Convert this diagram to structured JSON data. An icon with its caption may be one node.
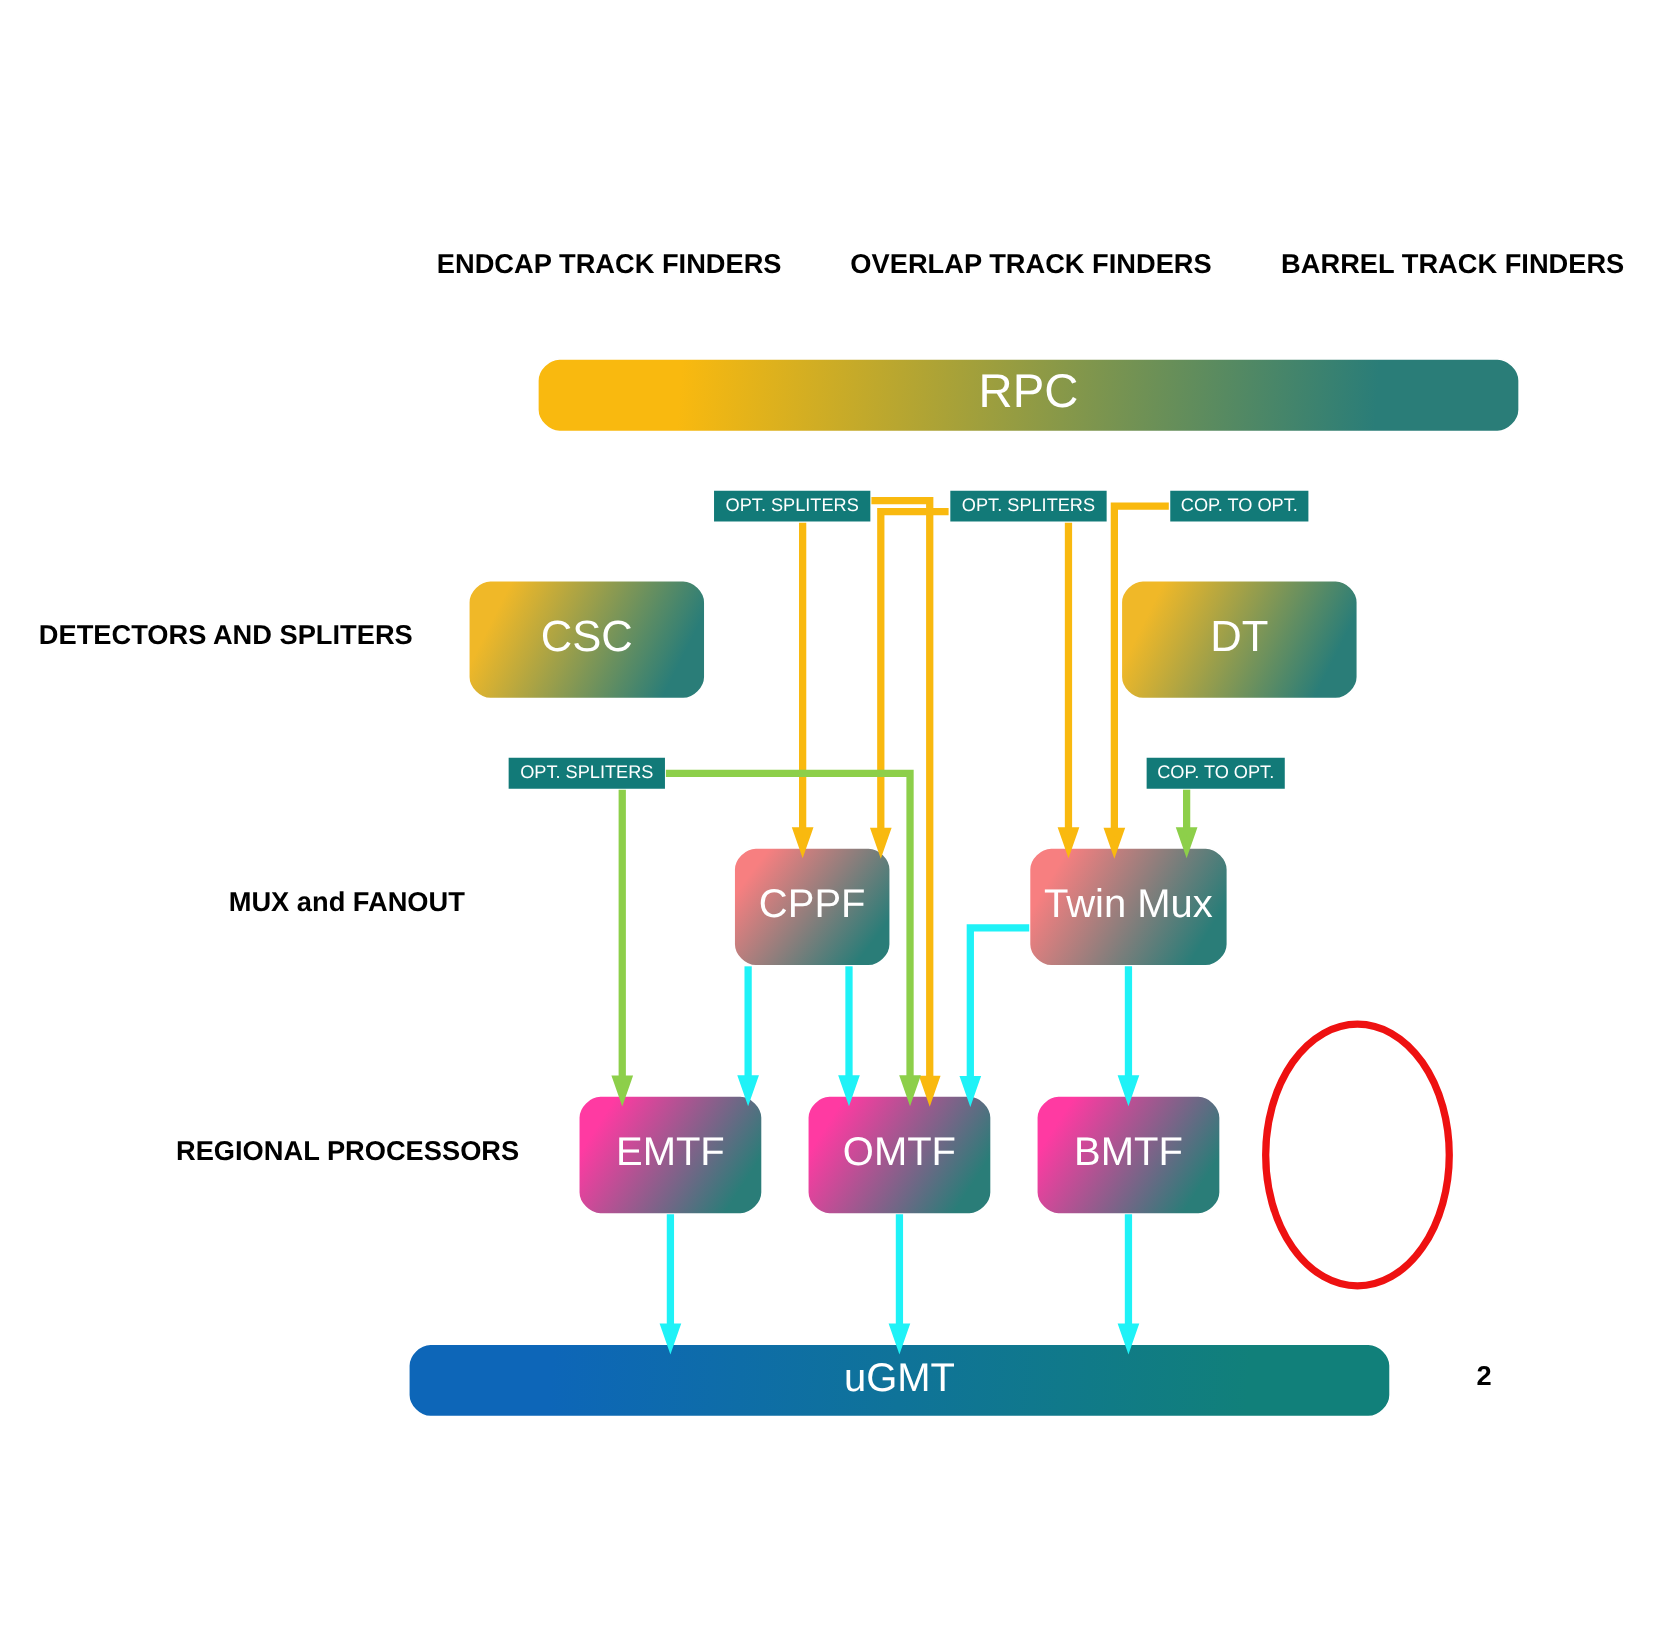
{
  "diagram": {
    "nodes": [
      {
        "text": [
          "RPC"
        ]
      },
      {
        "text": [
          "OPT. SPLITERS"
        ]
      },
      {
        "text": [
          "OPT. SPLITERS"
        ]
      },
      {
        "text": [
          "COP. TO OPT."
        ]
      },
      {
        "text": [
          "CSC"
        ]
      },
      {
        "text": [
          "OPT. SPLITERS"
        ]
      },
      {
        "text": [
          "DT"
        ]
      },
      {
        "text": [
          "COP. TO OPT."
        ]
      },
      {
        "text": [
          "CPPF"
        ]
      },
      {
        "text": [
          "Twin Mux"
        ]
      },
      {
        "text": [
          "EMTF"
        ]
      },
      {
        "text": [
          "OMTF"
        ]
      },
      {
        "text": [],
        "shape": "circle"
      },
      {
        "text": [
          "BMTF"
        ]
      },
      {
        "text": [
          "uGMT"
        ]
      }
    ],
    "edges": [
      {
        "from": 1,
        "to": 8,
        "arrow": "to",
        "color": "#f9b90f"
      },
      {
        "from": 1,
        "to": 11,
        "arrow": "to",
        "color": "#f9b90f"
      },
      {
        "from": 2,
        "to": 8,
        "arrow": "to",
        "color": "#f9b90f"
      },
      {
        "from": 2,
        "to": 9,
        "arrow": "to",
        "color": "#f9b90f"
      },
      {
        "from": 3,
        "to": 9,
        "arrow": "to",
        "color": "#f9b90f"
      },
      {
        "from": 5,
        "to": 10,
        "arrow": "to",
        "color": "#8dcf4a"
      },
      {
        "from": 5,
        "to": 11,
        "arrow": "to",
        "color": "#8dcf4a"
      },
      {
        "from": 7,
        "to": 9,
        "arrow": "to",
        "color": "#8dcf4a"
      },
      {
        "from": 8,
        "to": 10,
        "arrow": "to"
      },
      {
        "from": 8,
        "to": 11,
        "arrow": "to"
      },
      {
        "from": 9,
        "to": 11,
        "arrow": "to"
      },
      {
        "from": 9,
        "to": 13,
        "arrow": "to"
      },
      {
        "from": 10,
        "to": 14,
        "arrow": "to"
      },
      {
        "from": 11,
        "to": 14,
        "arrow": "to"
      },
      {
        "from": 13,
        "to": 14,
        "arrow": "to"
      }
    ],
    "labels": [
      "ENDCAP TRACK FINDERS",
      "OVERLAP TRACK FINDERS",
      "BARREL TRACK FINDERS",
      "DETECTORS AND SPLITERS",
      "MUX and FANOUT",
      "REGIONAL PROCESSORS",
      "2"
    ]
  }
}
